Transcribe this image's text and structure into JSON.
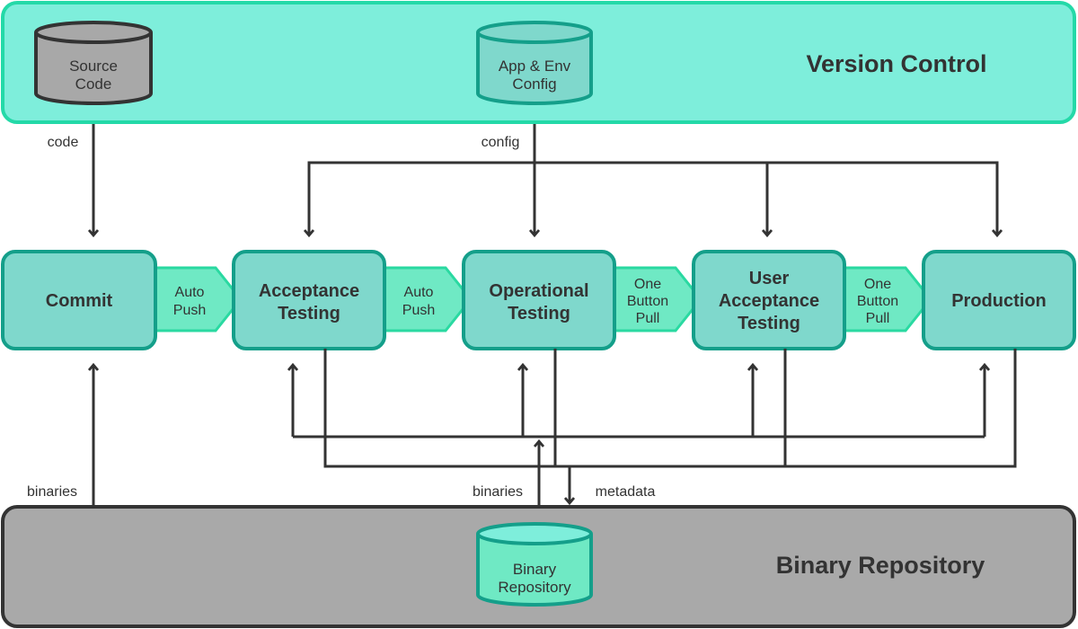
{
  "version_control": {
    "title": "Version Control",
    "source_code_db": [
      "Source",
      "Code"
    ],
    "app_env_db": [
      "App & Env",
      "Config"
    ]
  },
  "binary_repository": {
    "title": "Binary Repository",
    "db": [
      "Binary",
      "Repository"
    ]
  },
  "stages": {
    "commit": [
      "Commit"
    ],
    "acceptance": [
      "Acceptance",
      "Testing"
    ],
    "operational": [
      "Operational",
      "Testing"
    ],
    "uat": [
      "User",
      "Acceptance",
      "Testing"
    ],
    "production": [
      "Production"
    ]
  },
  "transitions": {
    "t1": [
      "Auto",
      "Push"
    ],
    "t2": [
      "Auto",
      "Push"
    ],
    "t3": [
      "One",
      "Button",
      "Pull"
    ],
    "t4": [
      "One",
      "Button",
      "Pull"
    ]
  },
  "edge_labels": {
    "code": "code",
    "config": "config",
    "binaries_left": "binaries",
    "binaries_center": "binaries",
    "metadata": "metadata"
  },
  "colors": {
    "vc_fill": "#7eeedb",
    "vc_stroke": "#24d9a8",
    "stage_fill": "#7fd8cc",
    "stage_stroke": "#149f8a",
    "chevron_fill": "#6fe9c4",
    "chevron_stroke": "#2ad9a1",
    "bin_fill": "#a9a9a9",
    "bin_stroke": "#333333",
    "line": "#333333"
  }
}
